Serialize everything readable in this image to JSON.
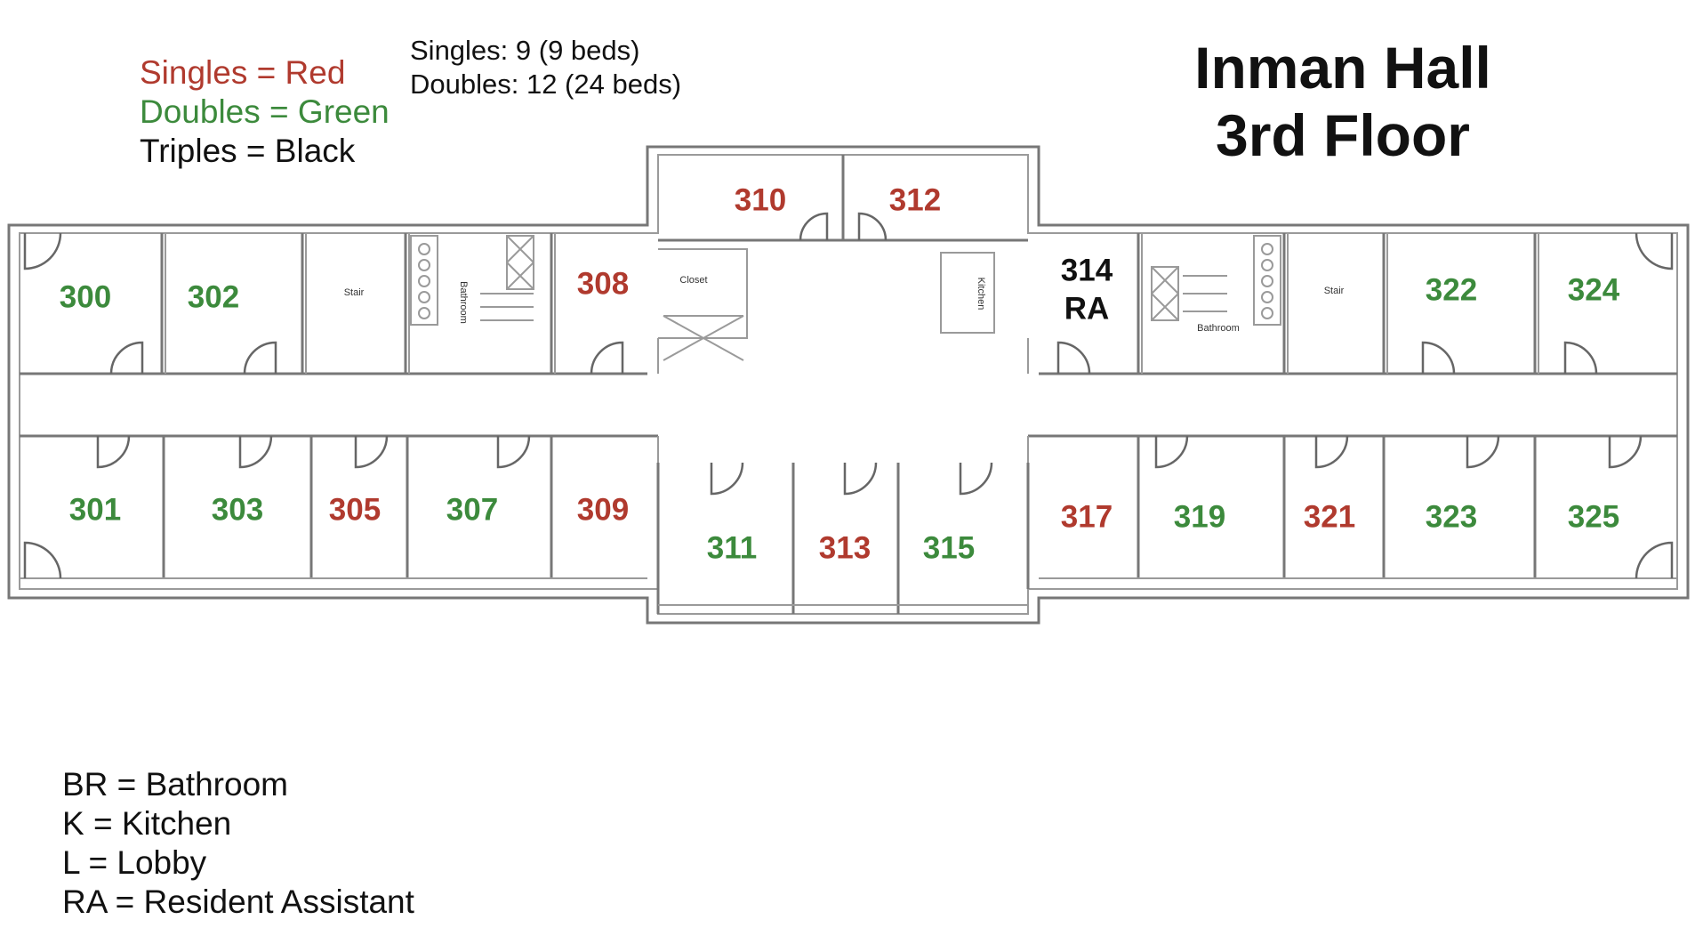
{
  "title": {
    "line1": "Inman Hall",
    "line2": "3rd Floor"
  },
  "legend": {
    "singles": "Singles = Red",
    "doubles": "Doubles = Green",
    "triples": "Triples = Black"
  },
  "counts": {
    "singles": "Singles: 9 (9 beds)",
    "doubles": "Doubles: 12 (24 beds)"
  },
  "abbreviations": [
    "BR = Bathroom",
    "K = Kitchen",
    "L = Lobby",
    "RA = Resident Assistant"
  ],
  "colors": {
    "single": "#b03a2e",
    "double": "#3c8a3c",
    "triple": "#111111",
    "wall": "#777777"
  },
  "plan_labels": {
    "stair": "Stair",
    "bathroom": "Bathroom",
    "closet": "Closet",
    "kitchen": "Kitchen"
  },
  "rooms": [
    {
      "number": "300",
      "type": "double"
    },
    {
      "number": "302",
      "type": "double"
    },
    {
      "number": "308",
      "type": "single"
    },
    {
      "number": "310",
      "type": "single"
    },
    {
      "number": "312",
      "type": "single"
    },
    {
      "number": "314",
      "note": "RA",
      "type": "triple"
    },
    {
      "number": "322",
      "type": "double"
    },
    {
      "number": "324",
      "type": "double"
    },
    {
      "number": "301",
      "type": "double"
    },
    {
      "number": "303",
      "type": "double"
    },
    {
      "number": "305",
      "type": "single"
    },
    {
      "number": "307",
      "type": "double"
    },
    {
      "number": "309",
      "type": "single"
    },
    {
      "number": "311",
      "type": "double"
    },
    {
      "number": "313",
      "type": "single"
    },
    {
      "number": "315",
      "type": "double"
    },
    {
      "number": "317",
      "type": "single"
    },
    {
      "number": "319",
      "type": "double"
    },
    {
      "number": "321",
      "type": "single"
    },
    {
      "number": "323",
      "type": "double"
    },
    {
      "number": "325",
      "type": "double"
    }
  ]
}
